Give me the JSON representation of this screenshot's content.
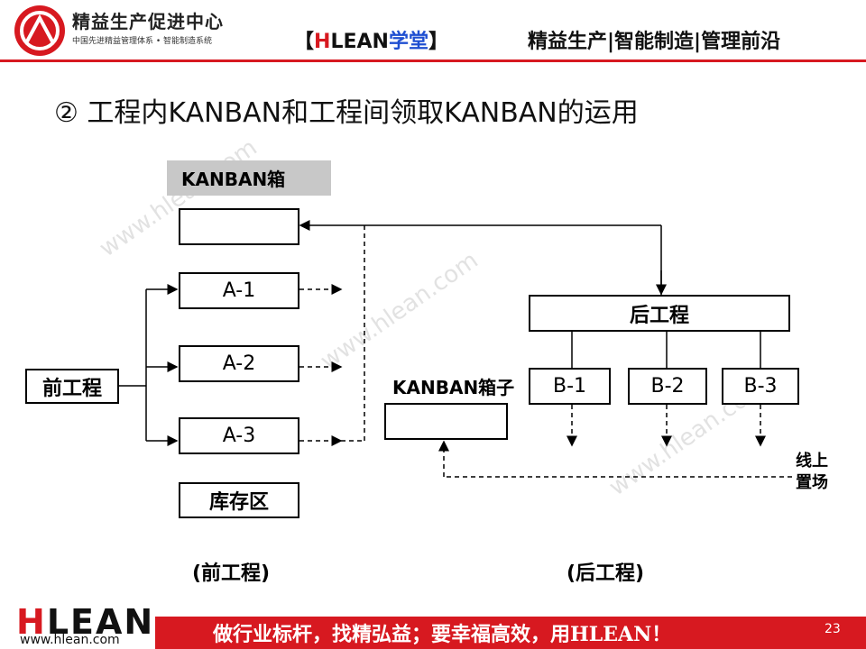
{
  "header": {
    "logo_title": "精益生产促进中心",
    "logo_subtitle": "中国先进精益管理体系 • 智能制造系统",
    "brand_open": "【",
    "brand_h": "H",
    "brand_lean": "LEAN",
    "brand_school": "学堂",
    "brand_close": "】",
    "tagline": "精益生产|智能制造|管理前沿"
  },
  "title": "② 工程内KANBAN和工程间领取KANBAN的运用",
  "watermark": "www.hlean.com",
  "diagram": {
    "kanban_box_label": "KANBAN箱",
    "front_process": "前工程",
    "a_boxes": [
      "A-1",
      "A-2",
      "A-3"
    ],
    "inventory": "库存区",
    "kanban_box_sub": "KANBAN箱子",
    "rear_process": "后工程",
    "b_boxes": [
      "B-1",
      "B-2",
      "B-3"
    ],
    "line_side_1": "线上",
    "line_side_2": "置场",
    "caption_front": "(前工程)",
    "caption_rear": "(后工程)"
  },
  "footer": {
    "logo_h": "H",
    "logo_rest": "LEAN",
    "url": "www.hlean.com",
    "slogan": "做行业标杆，找精弘益；要幸福高效，用HLEAN！",
    "page_number": "23"
  },
  "colors": {
    "brand_red": "#d71920",
    "label_gray": "#c8c8c8",
    "link_blue": "#1f4fd1"
  }
}
